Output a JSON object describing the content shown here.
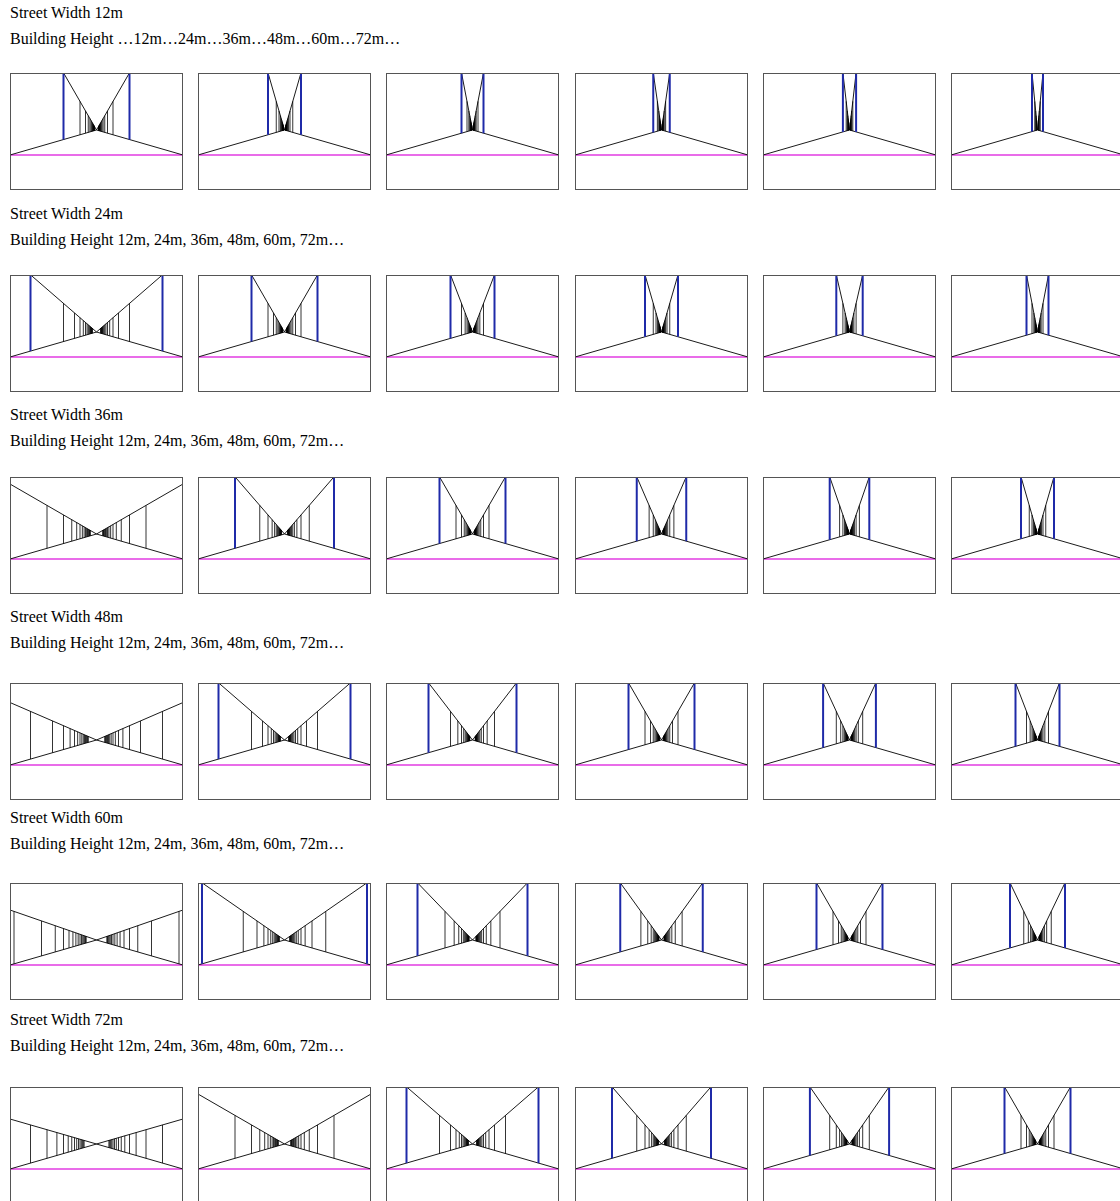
{
  "diagram": {
    "labels": [
      "Street Width 12m",
      "Building Height …12m…24m…36m…48m…60m…72m…",
      "Street Width 24m",
      "Building Height 12m, 24m, 36m, 48m, 60m, 72m…",
      "Street Width 36m",
      "Building Height 12m, 24m, 36m, 48m, 60m, 72m…",
      "Street Width 48m",
      "Building Height 12m, 24m, 36m, 48m, 60m, 72m…",
      "Street Width 60m",
      "Building Height 12m, 24m, 36m, 48m, 60m, 72m…",
      "Street Width 72m",
      "Building Height 12m, 24m, 36m, 48m, 60m, 72m…"
    ]
  }
}
